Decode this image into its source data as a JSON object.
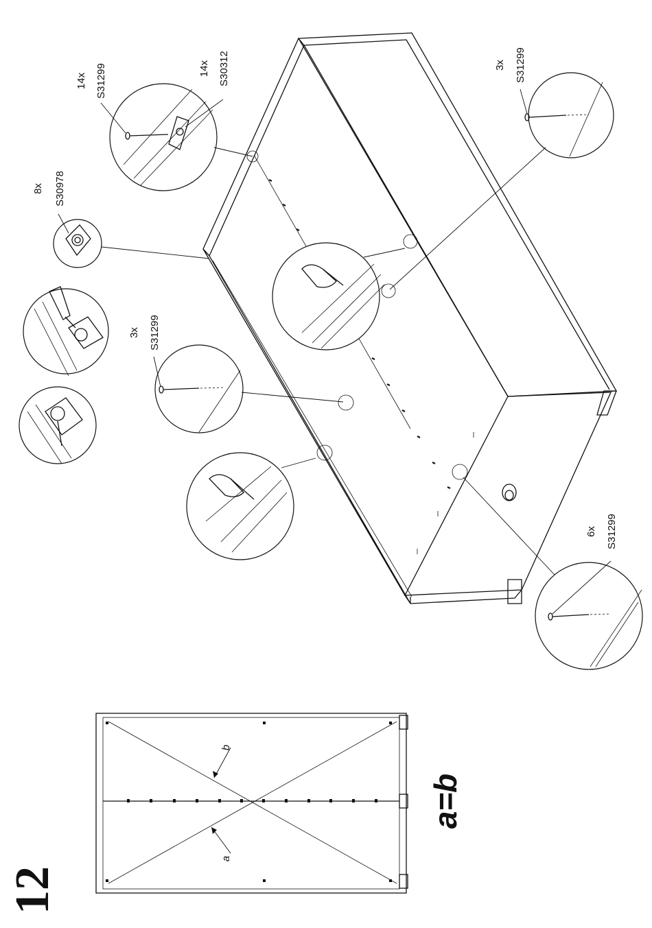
{
  "step_number": "12",
  "equation": "a=b",
  "diagonal_labels": {
    "a": "a",
    "b": "b"
  },
  "hardware": [
    {
      "id": "nail_top_left",
      "qty": "14x",
      "code": "S31299"
    },
    {
      "id": "bracket_top",
      "qty": "14x",
      "code": "S30312"
    },
    {
      "id": "cam_connector",
      "qty": "8x",
      "code": "S30978"
    },
    {
      "id": "nail_middle",
      "qty": "3x",
      "code": "S31299"
    },
    {
      "id": "nail_right_top",
      "qty": "3x",
      "code": "S31299"
    },
    {
      "id": "nail_right_bottom",
      "qty": "6x",
      "code": "S31299"
    }
  ],
  "icons": [
    "cabinet-assembly",
    "magnifier-detail",
    "nail-icon",
    "bracket-icon",
    "cam-lock-icon",
    "screwdriver-icon",
    "hand-with-pencil-icon"
  ]
}
